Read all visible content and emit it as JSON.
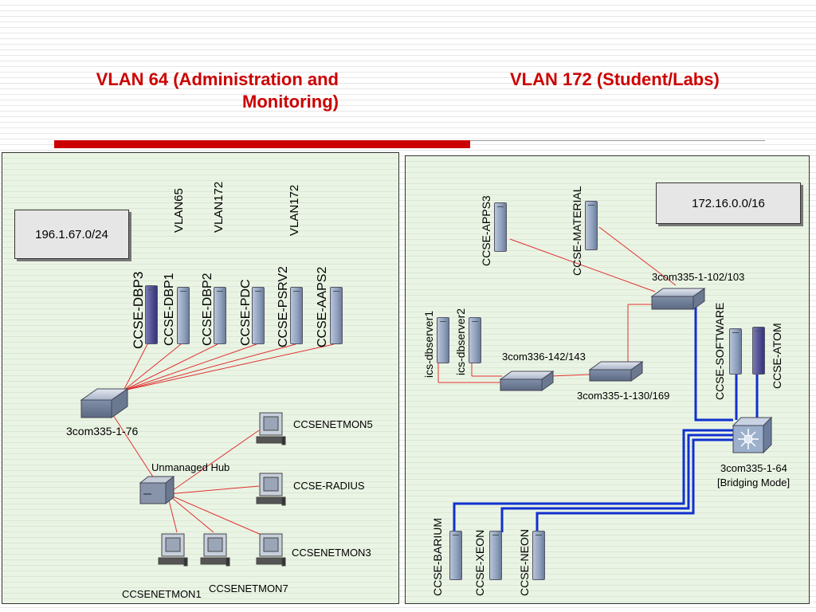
{
  "titles": {
    "left": "VLAN 64 (Administration and Monitoring)",
    "right": "VLAN 172 (Student/Labs)"
  },
  "left_panel": {
    "subnet": "196.1.67.0/24",
    "vlan_labels": [
      "VLAN65",
      "VLAN172",
      "VLAN172"
    ],
    "servers": [
      "CCSE-DBP3",
      "CCSE-DBP1",
      "CCSE-DBP2",
      "CCSE-PDC",
      "CCSE-PSRV2",
      "CCSE-AAPS2"
    ],
    "switch": "3com335-1-76",
    "hub": "Unmanaged Hub",
    "workstations": [
      "CCSENETMON5",
      "CCSE-RADIUS",
      "CCSENETMON3",
      "CCSENETMON1",
      "CCSENETMON7"
    ]
  },
  "right_panel": {
    "subnet": "172.16.0.0/16",
    "servers_top": [
      "CCSE-APPS3",
      "CCSE-MATERIAL"
    ],
    "servers_mid": [
      "ics-dbserver1",
      "ics-dbserver2"
    ],
    "servers_side": [
      "CCSE-SOFTWARE",
      "CCSE-ATOM"
    ],
    "servers_bottom": [
      "CCSE-BARIUM",
      "CCSE-XEON",
      "CCSE-NEON"
    ],
    "switches": {
      "top": "3com335-1-102/103",
      "mid_left": "3com336-142/143",
      "mid_right": "3com335-1-130/169",
      "core": "3com335-1-64",
      "core_mode": "[Bridging Mode]"
    }
  },
  "colors": {
    "title": "#cc0000",
    "panel": "#eaf4e4",
    "red_link": "#e03030",
    "blue_link": "#1030d0"
  }
}
